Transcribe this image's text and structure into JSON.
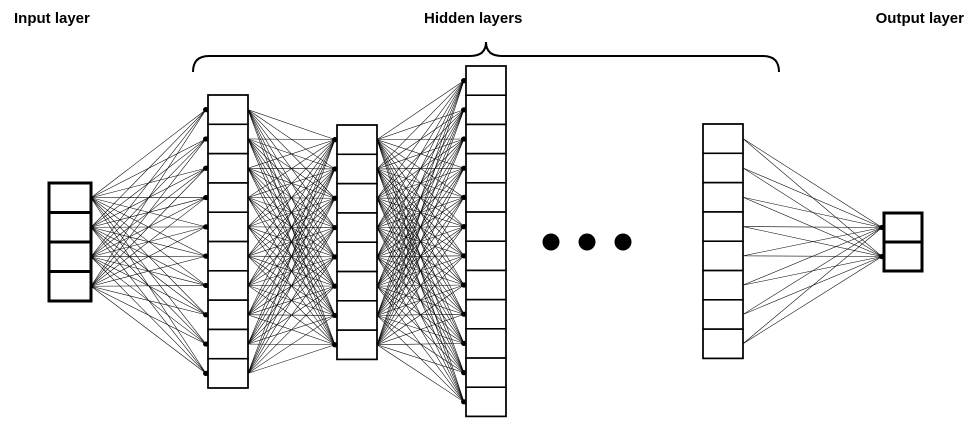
{
  "labels": {
    "input": "Input layer",
    "hidden": "Hidden layers",
    "output": "Output layer"
  },
  "network": {
    "layers": [
      {
        "role": "input",
        "nodes": 4
      },
      {
        "role": "hidden",
        "nodes": 10
      },
      {
        "role": "hidden",
        "nodes": 8
      },
      {
        "role": "hidden",
        "nodes": 12
      },
      {
        "role": "hidden",
        "nodes": 8
      },
      {
        "role": "output",
        "nodes": 2
      }
    ],
    "ellipsis_dots": 3
  },
  "colors": {
    "stroke": "#000000",
    "fill": "#ffffff"
  }
}
